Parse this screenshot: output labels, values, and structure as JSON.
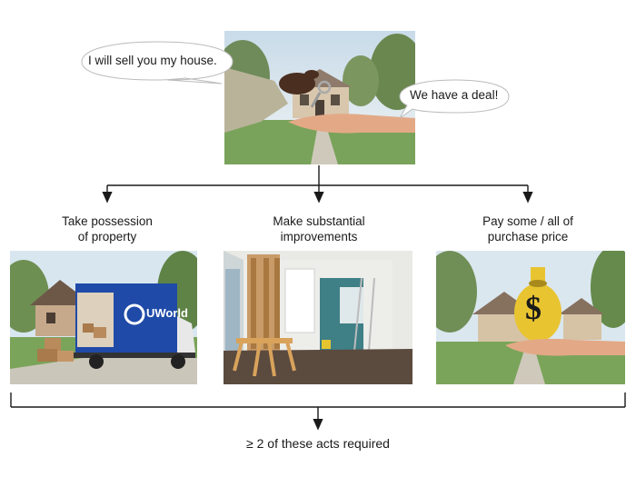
{
  "top_scene": {
    "seller_speech": "I will sell you my house.",
    "buyer_speech": "We have a deal!"
  },
  "acts": [
    {
      "line1": "Take possession",
      "line2": "of property",
      "truck_logo": "UWorld"
    },
    {
      "line1": "Make substantial",
      "line2": "improvements"
    },
    {
      "line1": "Pay some / all of",
      "line2": "purchase price",
      "bag_symbol": "$"
    }
  ],
  "conclusion": "≥ 2 of these acts required",
  "colors": {
    "line": "#1a1a1a",
    "truck_blue": "#1f4aa8",
    "bag_gold": "#e8c431",
    "wall_teal": "#3f7f86"
  }
}
